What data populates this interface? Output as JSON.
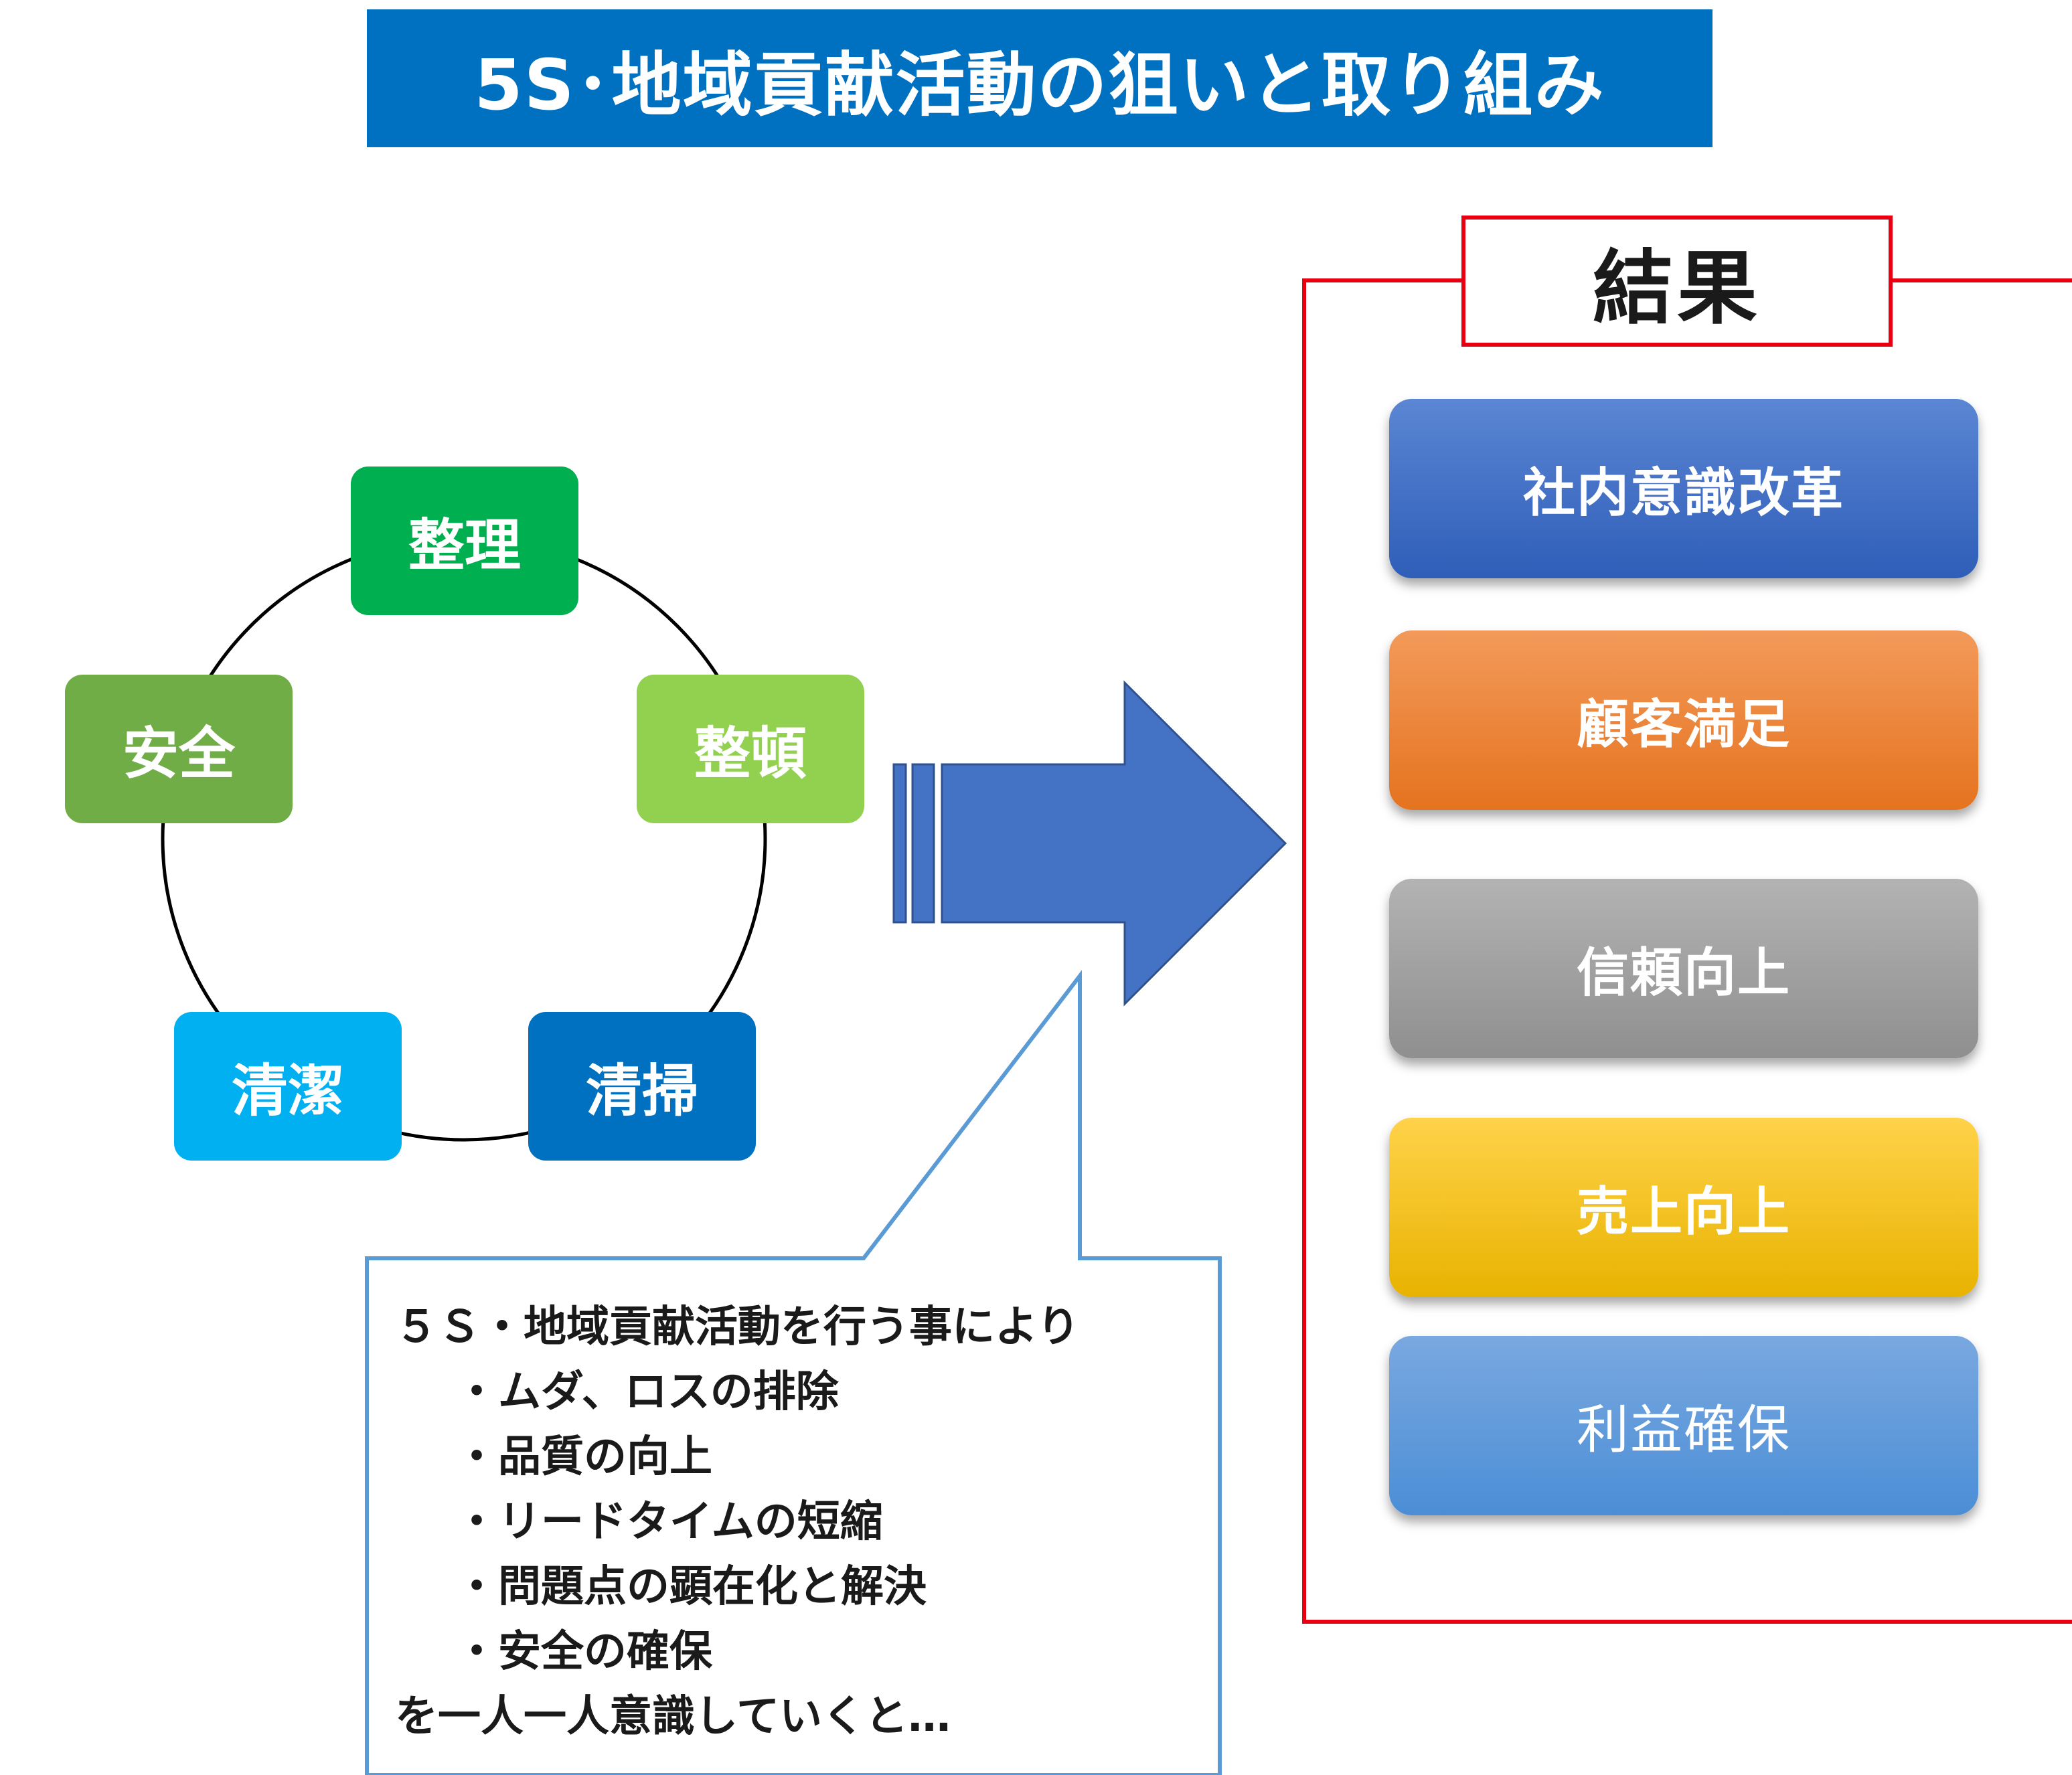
{
  "title": "5S･地域貢献活動の狙いと取り組み",
  "cycle": {
    "nodes": [
      "整理",
      "整頓",
      "清掃",
      "清潔",
      "安全"
    ],
    "colors": [
      "#00b050",
      "#92d050",
      "#0070c0",
      "#00b0f0",
      "#70ad47"
    ]
  },
  "callout": {
    "line1": "５Ｓ・地域貢献活動を行う事により",
    "items": [
      "・ムダ、ロスの排除",
      "・品質の向上",
      "・リードタイムの短縮",
      "・問題点の顕在化と解決",
      "・安全の確保"
    ],
    "last_line": "を一人一人意識していくと…"
  },
  "results": {
    "label": "結果",
    "items": [
      "社内意識改革",
      "顧客満足",
      "信頼向上",
      "売上向上",
      "利益確保"
    ]
  },
  "colors": {
    "title_bg": "#0070c0",
    "arrow": "#4472c4",
    "frame": "#e60012",
    "callout_border": "#5b9bd5"
  }
}
